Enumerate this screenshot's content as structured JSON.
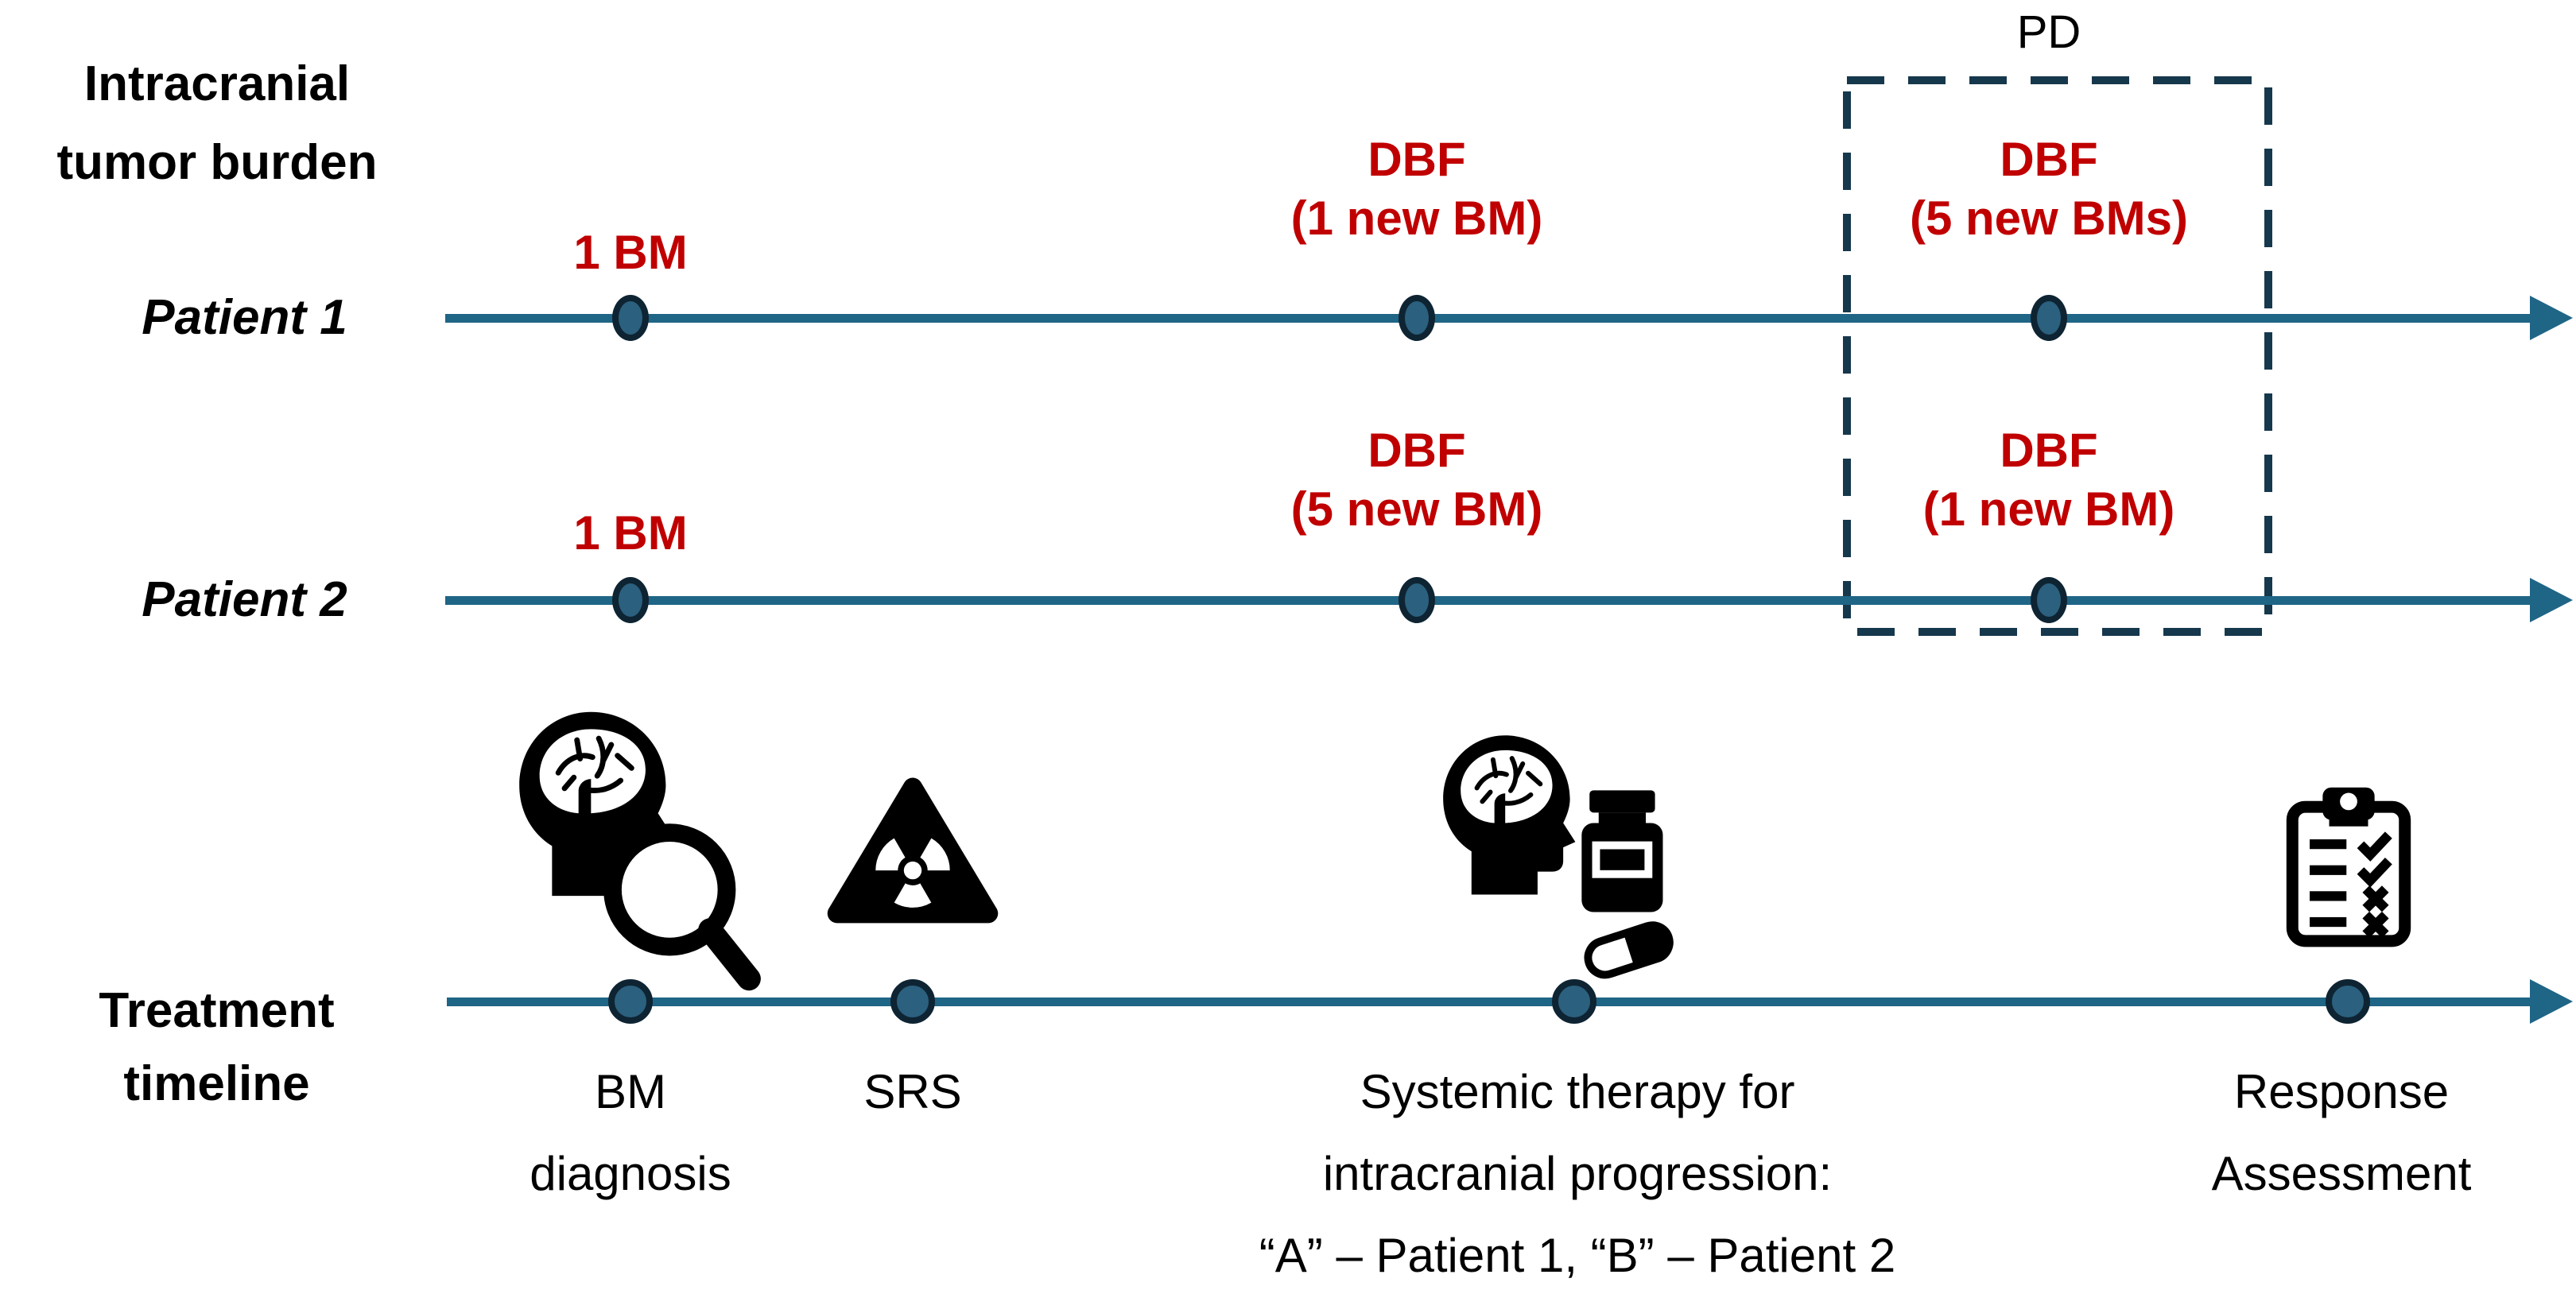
{
  "title": {
    "line1": "Intracranial",
    "line2": "tumor burden"
  },
  "pd_label": "PD",
  "patients": [
    {
      "name": "Patient 1",
      "events": [
        {
          "label_lines": [
            "1 BM"
          ]
        },
        {
          "label_lines": [
            "DBF",
            "(1 new BM)"
          ]
        },
        {
          "label_lines": [
            "DBF",
            "(5 new BMs)"
          ]
        }
      ]
    },
    {
      "name": "Patient 2",
      "events": [
        {
          "label_lines": [
            "1 BM"
          ]
        },
        {
          "label_lines": [
            "DBF",
            "(5 new BM)"
          ]
        },
        {
          "label_lines": [
            "DBF",
            "(1 new BM)"
          ]
        }
      ]
    }
  ],
  "treatment": {
    "label_line1": "Treatment",
    "label_line2": "timeline",
    "events": [
      {
        "icon": "head-brain-magnifier-icon",
        "label_lines": [
          "BM",
          "diagnosis"
        ]
      },
      {
        "icon": "radiation-warning-icon",
        "label_lines": [
          "SRS"
        ]
      },
      {
        "icon": "head-brain-pill-bottle-icon",
        "label_lines": [
          "Systemic therapy for",
          "intracranial progression:",
          "“A” – Patient 1, “B” – Patient 2"
        ]
      },
      {
        "icon": "clipboard-checklist-icon",
        "label_lines": [
          "Response",
          "Assessment"
        ]
      }
    ]
  },
  "colors": {
    "timeline": "#1f6586",
    "dot-fill": "#2b607e",
    "dot-stroke": "#0e2433",
    "box-dash": "#16384c",
    "event-red": "#c00000",
    "text-black": "#000000"
  }
}
